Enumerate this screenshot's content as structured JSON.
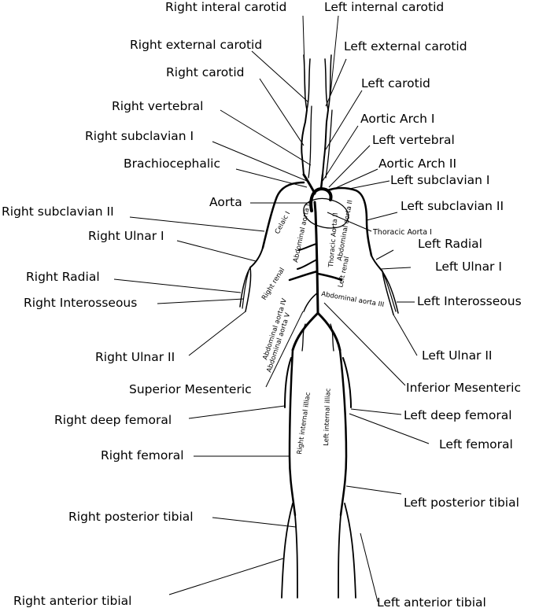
{
  "labels": {
    "right_internal_carotid": "Right interal carotid",
    "left_internal_carotid": "Left internal carotid",
    "right_external_carotid": "Right external carotid",
    "left_external_carotid": "Left external carotid",
    "right_carotid": "Right carotid",
    "left_carotid": "Left carotid",
    "right_vertebral": "Right vertebral",
    "aortic_arch_1": "Aortic Arch I",
    "right_subclavian_1": "Right subclavian I",
    "left_vertebral": "Left vertebral",
    "brachiocephalic": "Brachiocephalic",
    "aortic_arch_2": "Aortic Arch II",
    "left_subclavian_1": "Left subclavian I",
    "aorta": "Aorta",
    "left_subclavian_2": "Left subclavian II",
    "right_subclavian_2": "Right subclavian II",
    "thoracic_aorta_1": "Thoracic Aorta I",
    "right_ulnar_1": "Right Ulnar I",
    "left_radial": "Left Radial",
    "left_ulnar_1": "Left Ulnar I",
    "right_radial": "Right Radial",
    "left_interosseous": "Left Interosseous",
    "right_interosseous": "Right Interosseous",
    "right_ulnar_2": "Right Ulnar II",
    "left_ulnar_2": "Left Ulnar II",
    "superior_mesenteric": "Superior Mesenteric",
    "inferior_mesenteric": "Inferior Mesenteric",
    "right_deep_femoral": "Right deep femoral",
    "left_deep_femoral": "Left deep femoral",
    "right_femoral": "Right femoral",
    "left_femoral": "Left femoral",
    "left_posterior_tibial": "Left posterior tibial",
    "right_posterior_tibial": "Right posterior tibial",
    "right_anterior_tibial": "Right anterior tibial",
    "left_anterior_tibial": "Left anterior tibial"
  },
  "small_labels": {
    "celiac_1": "Celaic I",
    "abdominal_aorta_1": "Abdominal aorta I",
    "thoracic_aorta_2": "Thoracic Aorta II",
    "abdominal_aorta_2": "Abdominal aorta II",
    "left_renal": "Left renal",
    "right_renal": "Right renal",
    "abdominal_aorta_3": "Abdominal aorta III",
    "abdominal_aorta_4": "Abdominal aorta IV",
    "abdominal_aorta_5": "Abdominal aorta V",
    "right_internal_iliac": "Right internal illiac",
    "left_internal_iliac": "Left internal illiac"
  }
}
